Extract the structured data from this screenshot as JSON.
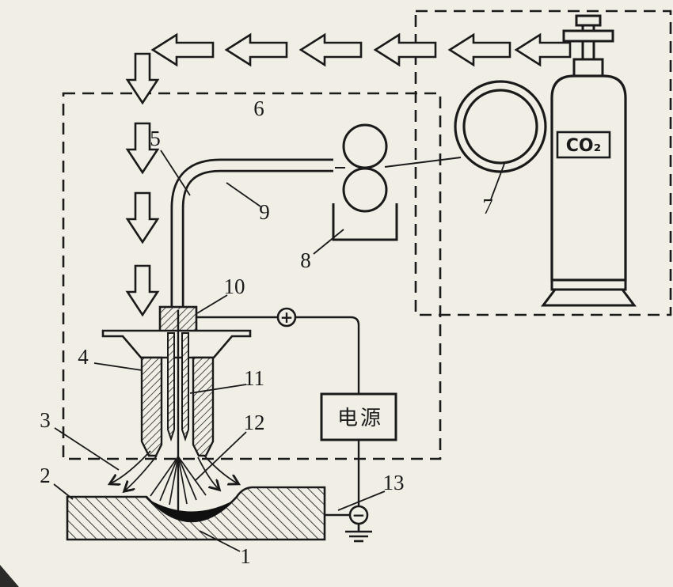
{
  "colors": {
    "ink": "#1a1a1a",
    "paper": "#f1eee6",
    "weld_pool": "#101010"
  },
  "texts": {
    "gas_label": "CO₂",
    "power_supply": "电源",
    "positive": "+",
    "negative": "−"
  },
  "part_labels": {
    "p1": "1",
    "p2": "2",
    "p3": "3",
    "p4": "4",
    "p5": "5",
    "p6": "6",
    "p7": "7",
    "p8": "8",
    "p9": "9",
    "p10": "10",
    "p11": "11",
    "p12": "12",
    "p13": "13"
  }
}
